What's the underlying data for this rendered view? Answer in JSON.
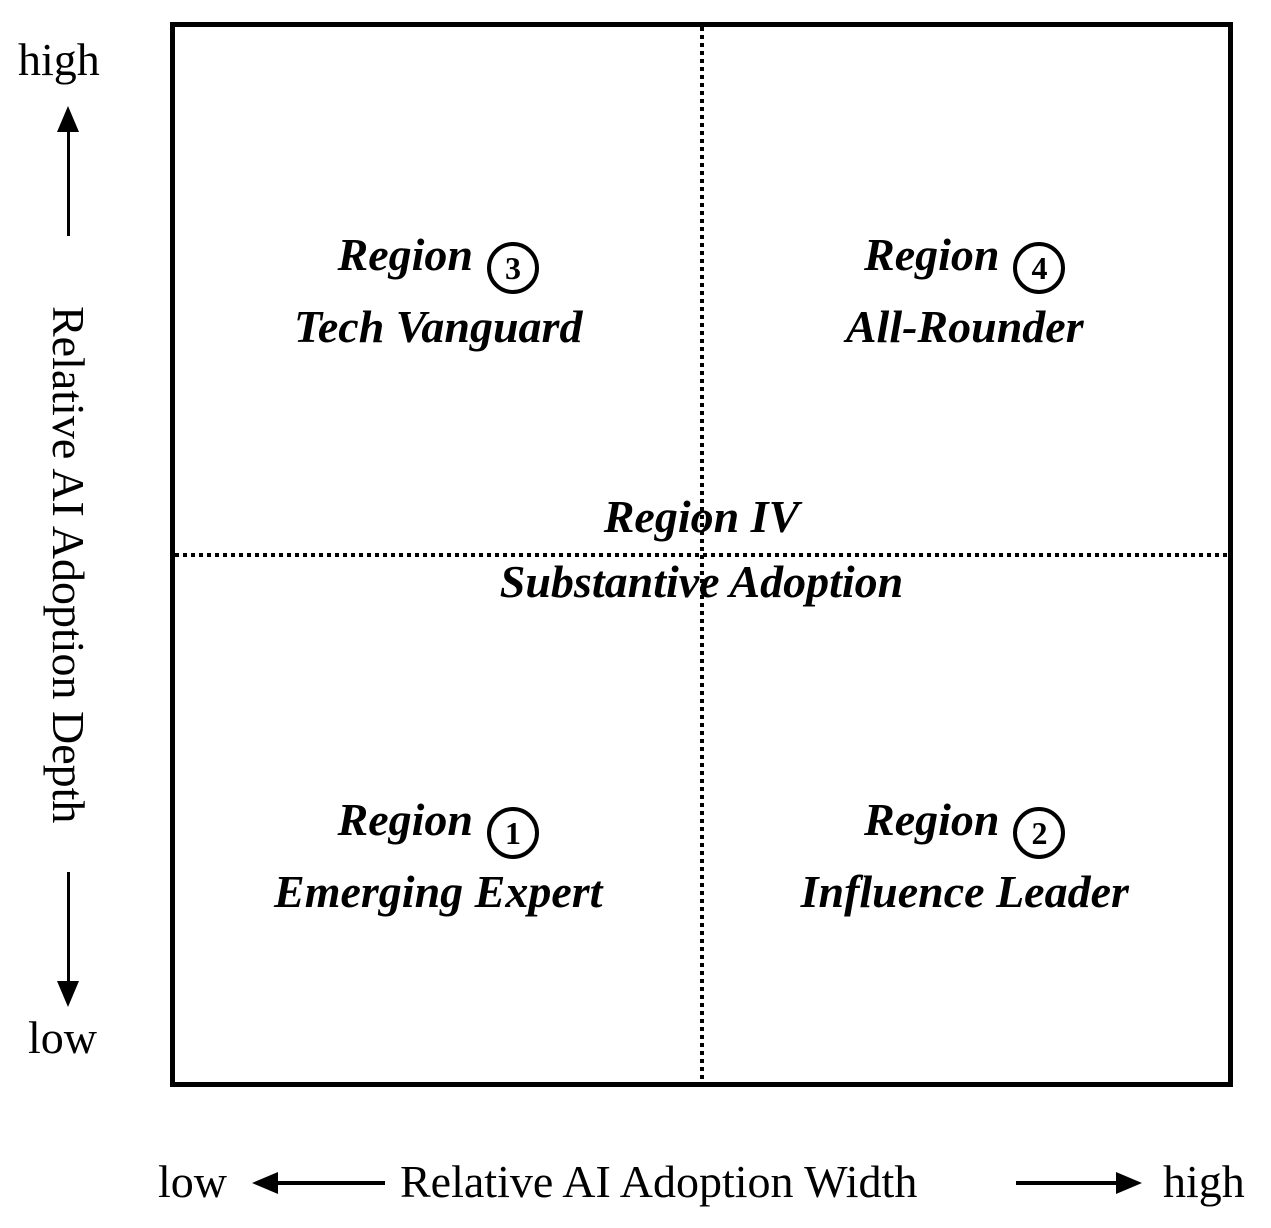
{
  "figure": {
    "type": "quadrant-matrix-diagram",
    "colors": {
      "ink": "#000000",
      "background": "#ffffff"
    },
    "y_axis": {
      "title": "Relative AI Adoption Depth",
      "high_label": "high",
      "low_label": "low"
    },
    "x_axis": {
      "title": "Relative AI Adoption Width",
      "low_label": "low",
      "high_label": "high"
    },
    "quadrants": [
      {
        "position": "top-left",
        "region_word": "Region",
        "number": "3",
        "name": "Tech Vanguard"
      },
      {
        "position": "top-right",
        "region_word": "Region",
        "number": "4",
        "name": "All-Rounder"
      },
      {
        "position": "bottom-left",
        "region_word": "Region",
        "number": "1",
        "name": "Emerging Expert"
      },
      {
        "position": "bottom-right",
        "region_word": "Region",
        "number": "2",
        "name": "Influence Leader"
      }
    ],
    "center_label": {
      "line1": "Region IV",
      "line2": "Substantive Adoption"
    }
  }
}
